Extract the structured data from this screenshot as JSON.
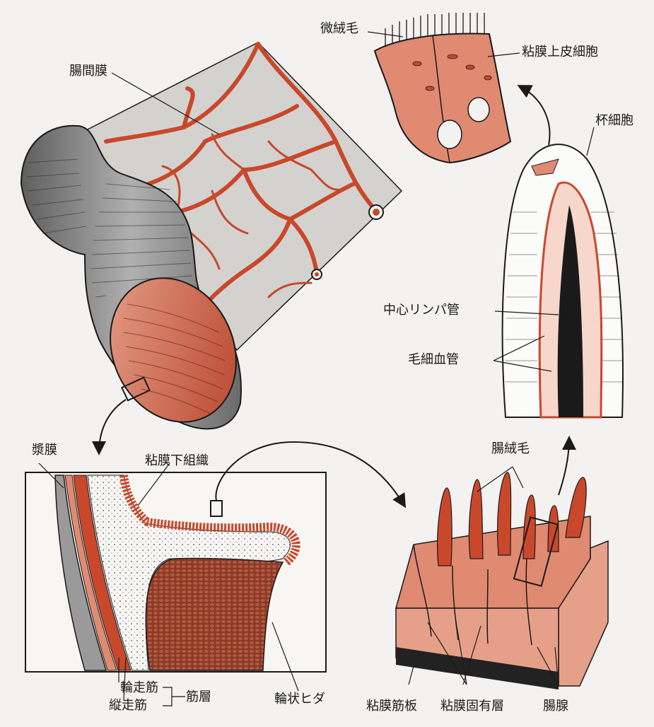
{
  "labels": {
    "mesentery": "腸間膜",
    "microvilli": "微絨毛",
    "epithelial_cell": "粘膜上皮細胞",
    "goblet_cell": "杯細胞",
    "central_lymph": "中心リンパ管",
    "capillary": "毛細血管",
    "serosa": "漿膜",
    "submucosa": "粘膜下組織",
    "villi": "腸絨毛",
    "circular_muscle": "輪走筋",
    "longitudinal_muscle": "縦走筋",
    "muscle_layer": "筋層",
    "circular_folds": "輪状ヒダ",
    "muscularis_mucosae": "粘膜筋板",
    "lamina_propria": "粘膜固有層",
    "intestinal_gland": "腸腺"
  },
  "colors": {
    "tissue_red": "#c9482c",
    "tissue_pink": "#e08a72",
    "gray": "#8a8a8a",
    "ink": "#1a1a1a",
    "paper": "#f3f2f0"
  }
}
